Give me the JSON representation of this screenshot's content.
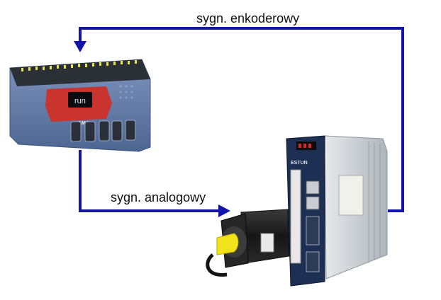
{
  "labels": {
    "encoder_signal": "sygn. enkoderowy",
    "analog_signal": "sygn. analogowy"
  },
  "devices": {
    "controller": {
      "display_text": "run",
      "brand_text": "AMC"
    },
    "servo_drive": {
      "brand_text": "ESTUN"
    },
    "servo_motor": {}
  },
  "colors": {
    "signal_arrow": "#1414a8",
    "controller_body": "#5b74a0",
    "controller_panel": "#c9352e",
    "drive_front": "#1d2f52",
    "drive_side": "#cfd3d8",
    "motor_body": "#1c1c1c",
    "motor_shaft": "#f2e21a",
    "connector_pins": "#e8e24a"
  }
}
